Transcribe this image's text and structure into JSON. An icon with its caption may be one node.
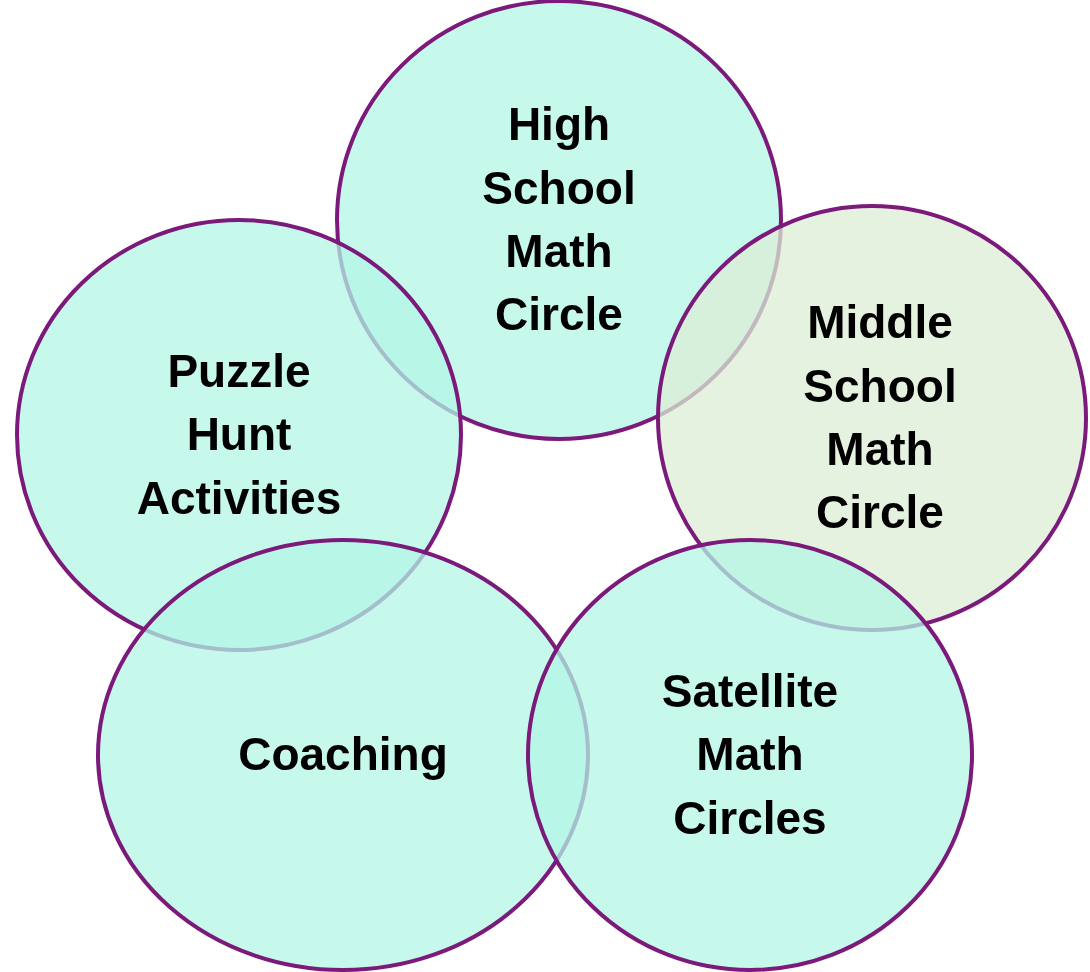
{
  "diagram": {
    "nodes": [
      {
        "text": [
          "High School Math Circle"
        ]
      },
      {
        "text": [
          "Puzzle Hunt Activities"
        ]
      },
      {
        "text": [
          "Middle School Math Circle"
        ]
      },
      {
        "text": [
          "Coaching"
        ]
      },
      {
        "text": [
          "Satellite Math Circles"
        ]
      }
    ]
  }
}
